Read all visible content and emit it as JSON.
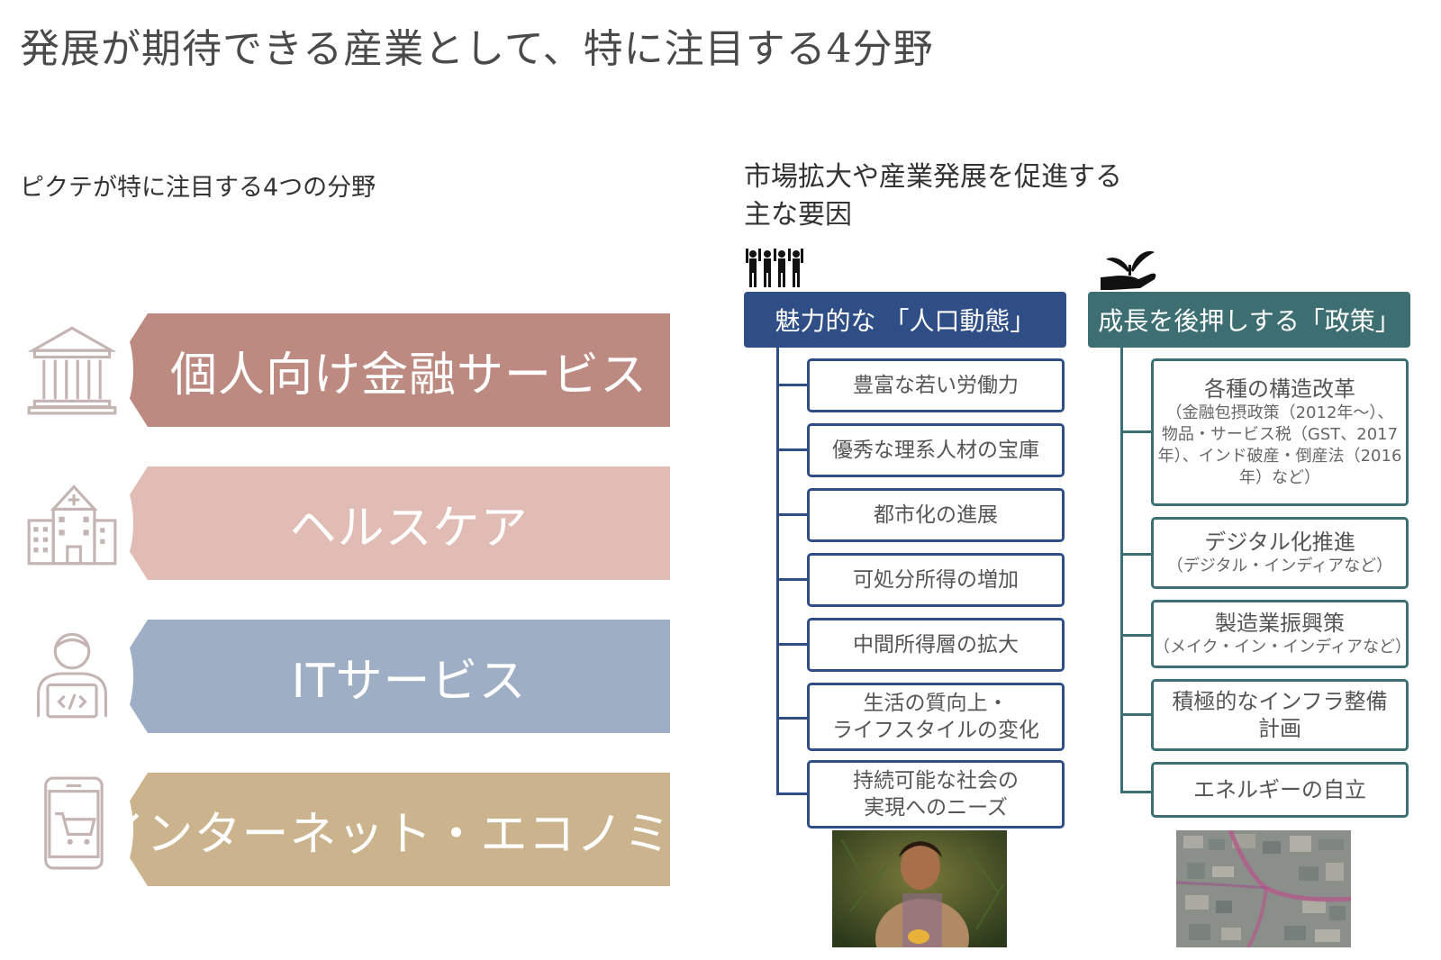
{
  "title": "発展が期待できる産業として、特に注目する4分野",
  "left_heading": "ピクテが特に注目する4つの分野",
  "right_heading_lines": [
    "市場拡大や産業発展を促進する",
    "主な要因"
  ],
  "sectors": [
    {
      "label": "個人向け金融サービス",
      "color": "#bd8a82",
      "icon": "bank-icon"
    },
    {
      "label": "ヘルスケア",
      "color": "#e0bcb4",
      "icon": "hospital-icon"
    },
    {
      "label": "ITサービス",
      "color": "#9eaec4",
      "icon": "developer-icon"
    },
    {
      "label": "インターネット・エコノミー",
      "color": "#cbb48d",
      "icon": "smartphone-cart-icon"
    }
  ],
  "demographics": {
    "title": "魅力的な 「人口動態」",
    "color": "#2f4e86",
    "icon": "people-icon",
    "items": [
      [
        "豊富な若い労働力"
      ],
      [
        "優秀な理系人材の宝庫"
      ],
      [
        "都市化の進展"
      ],
      [
        "可処分所得の増加"
      ],
      [
        "中間所得層の拡大"
      ],
      [
        "生活の質向上・",
        "ライフスタイルの変化"
      ],
      [
        "持続可能な社会の",
        "実現へのニーズ"
      ]
    ]
  },
  "policy": {
    "title": "成長を後押しする「政策」",
    "color": "#3d6f72",
    "icon": "plant-in-hand-icon",
    "items": [
      {
        "title": "各種の構造改革",
        "sub": [
          "（金融包摂政策（2012年～）、",
          "物品・サービス税（GST、2017",
          "年）、インド破産・倒産法（2016",
          "年）など）"
        ]
      },
      {
        "title": "デジタル化推進",
        "sub": [
          "（デジタル・インディアなど）"
        ]
      },
      {
        "title": "製造業振興策",
        "sub": [
          "（メイク・イン・インディアなど）"
        ]
      },
      {
        "title": "積極的なインフラ整備",
        "sub": [],
        "title2": "計画"
      },
      {
        "title": "エネルギーの自立",
        "sub": []
      }
    ]
  }
}
